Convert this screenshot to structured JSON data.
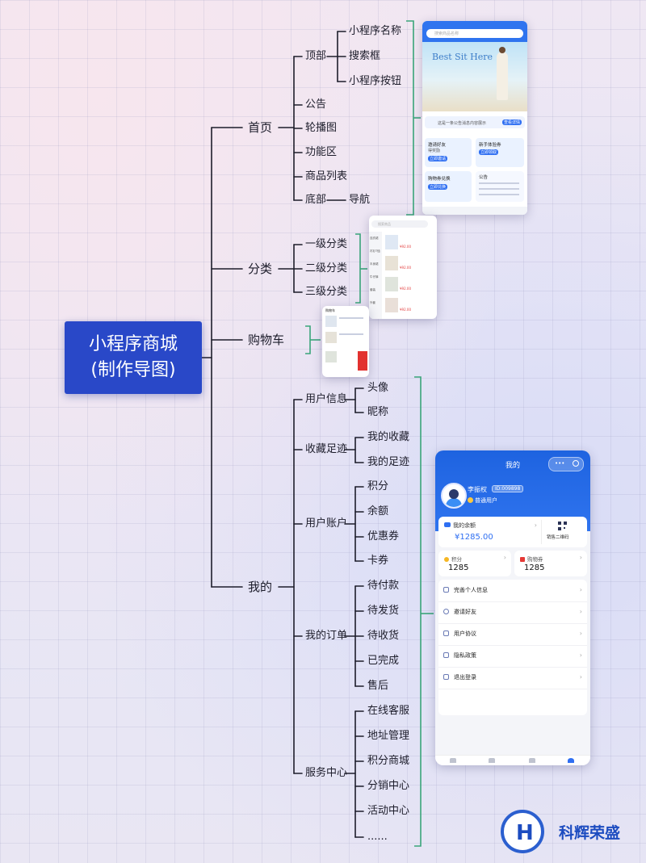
{
  "colors": {
    "root_bg": "#2948c8",
    "line": "#1d1d2b",
    "bracket": "#3aa57a",
    "accent": "#2f6ff2",
    "brand": "#1c4cc0"
  },
  "root": {
    "line1": "小程序商城",
    "line2": "(制作导图)"
  },
  "home": {
    "label": "首页",
    "top": {
      "label": "顶部",
      "items": [
        "小程序名称",
        "搜索框",
        "小程序按钮"
      ]
    },
    "items": [
      "公告",
      "轮播图",
      "功能区",
      "商品列表"
    ],
    "bottom": {
      "label": "底部",
      "item": "导航"
    }
  },
  "category": {
    "label": "分类",
    "items": [
      "一级分类",
      "二级分类",
      "三级分类"
    ]
  },
  "cart": {
    "label": "购物车"
  },
  "mine": {
    "label": "我的",
    "groups": [
      {
        "label": "用户信息",
        "items": [
          "头像",
          "昵称"
        ]
      },
      {
        "label": "收藏足迹",
        "items": [
          "我的收藏",
          "我的足迹"
        ]
      },
      {
        "label": "用户账户",
        "items": [
          "积分",
          "余额",
          "优惠券",
          "卡券"
        ]
      },
      {
        "label": "我的订单",
        "items": [
          "待付款",
          "待发货",
          "待收货",
          "已完成",
          "售后"
        ]
      },
      {
        "label": "服务中心",
        "items": [
          "在线客服",
          "地址管理",
          "积分商城",
          "分销中心",
          "活动中心",
          "......"
        ]
      }
    ]
  },
  "mine_screen": {
    "title": "我的",
    "user_name": "李振权",
    "user_id": "ID:009898",
    "user_role": "普通用户",
    "balance_label": "我的余额",
    "balance_value": "¥1285.00",
    "qr_label": "销售二维码",
    "points_label": "积分",
    "points_value": "1285",
    "coupon_label": "购物券",
    "coupon_value": "1285",
    "menu": [
      "完善个人信息",
      "邀请好友",
      "用户协议",
      "隐私政策",
      "退出登录"
    ]
  },
  "home_screen": {
    "search_placeholder": "搜索商品名称",
    "banner_text": "Best Sit Here",
    "notice": "这是一条公告消息内容展示",
    "notice_button": "查看详情",
    "card1_title": "邀请好友",
    "card1_sub": "得奖励",
    "card1_button": "立即邀请",
    "card2_title": "新手体验券",
    "card2_button": "立即领取",
    "card3_title": "购物券兑换",
    "card3_button": "立即兑换",
    "notice_title": "公告"
  },
  "category_screen": {
    "search_placeholder": "搜索商品",
    "sides": [
      "连衣裙",
      "衬衫T恤",
      "半身裙",
      "牛仔裤",
      "套装",
      "外套"
    ],
    "prices": [
      "¥92.00",
      "¥92.00",
      "¥92.00",
      "¥92.00"
    ]
  },
  "cart_screen": {
    "title": "购物车"
  },
  "brand": {
    "name": "科辉荣盛"
  }
}
